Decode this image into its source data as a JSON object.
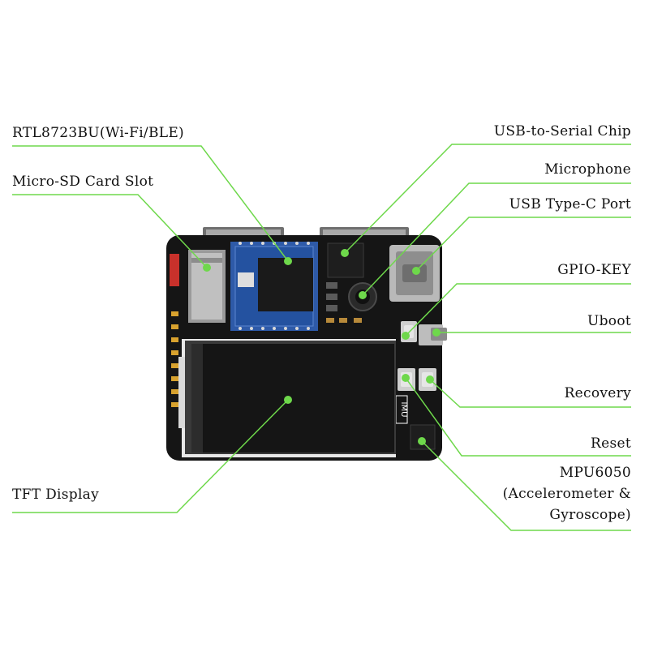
{
  "colors": {
    "leader": "#6ed84b",
    "board": "#151515",
    "text": "#111111"
  },
  "labels": {
    "rtl8723bu": "RTL8723BU(Wi-Fi/BLE)",
    "sd_slot": "Micro-SD Card Slot",
    "tft": "TFT Display",
    "usb_serial": "USB-to-Serial Chip",
    "microphone": "Microphone",
    "usb_c": "USB Type-C Port",
    "gpio_key": "GPIO-KEY",
    "uboot": "Uboot",
    "recovery": "Recovery",
    "reset": "Reset",
    "mpu_line1": "MPU6050",
    "mpu_line2": "(Accelerometer &",
    "mpu_line3": "Gyroscope)"
  },
  "board_silk": {
    "imu": "IMU"
  }
}
